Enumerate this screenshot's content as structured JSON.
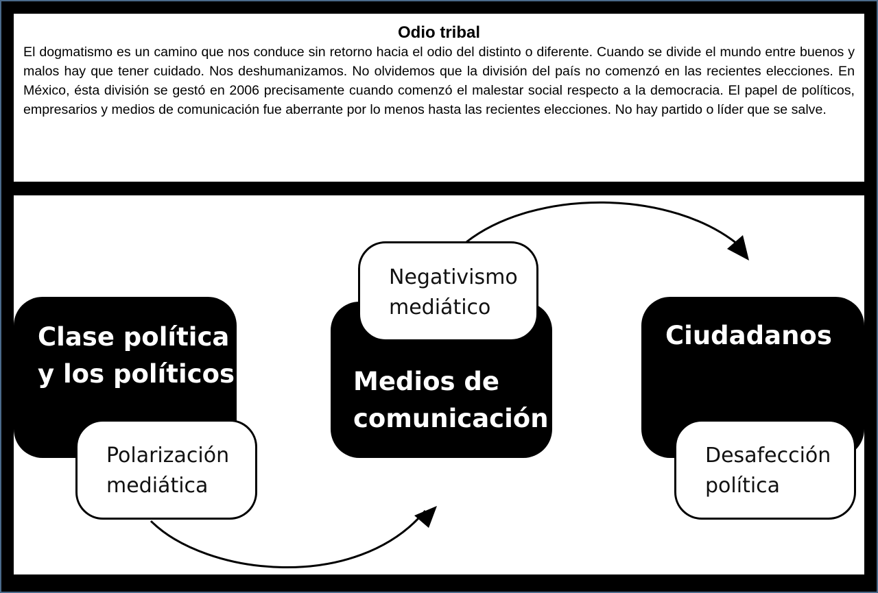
{
  "title": "Odio tribal",
  "paragraph": "El dogmatismo es un camino que nos conduce sin retorno hacia el odio del distinto o diferente. Cuando se divide el mundo entre buenos y malos hay que tener cuidado. Nos deshumanizamos. No olvidemos que la división del país no comenzó en las recientes elecciones. En México, ésta división se gestó en 2006 precisamente cuando comenzó el malestar social respecto a la democracia. El papel de políticos, empresarios y medios de comunicación fue aberrante por lo menos hasta las recientes elecciones. No hay partido o líder que se salve.",
  "nodes": {
    "politicos": {
      "label": "Clase política\ny los políticos",
      "sub": "Polarización\nmediática"
    },
    "medios": {
      "label": "Medios de\ncomunicación",
      "sub": "Negativismo\nmediático"
    },
    "ciudadanos": {
      "label": "Ciudadanos",
      "sub": "Desafección\npolítica"
    }
  }
}
